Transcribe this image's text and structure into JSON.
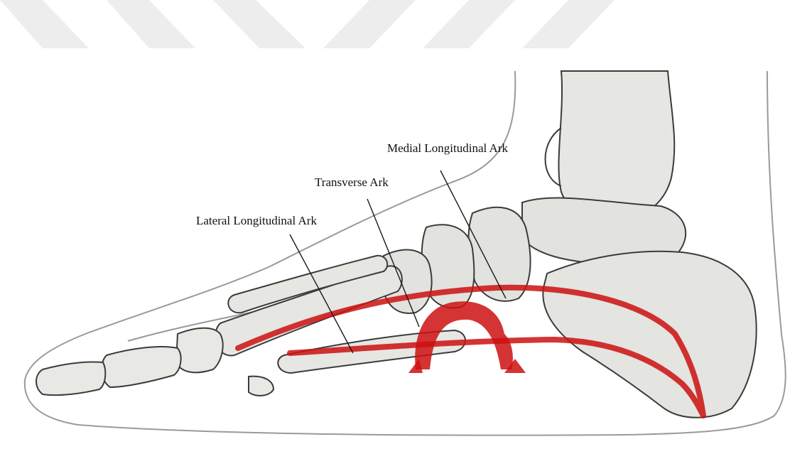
{
  "labels": {
    "medial": "Medial Longitudinal Ark",
    "transverse": "Transverse Ark",
    "lateral": "Lateral Longitudinal Ark"
  },
  "colors": {
    "watermark": "#ececec",
    "bone_fill": "#e6e6e2",
    "bone_stroke": "#3b3b3b",
    "skin_outline": "#9a9a9a",
    "arch_red": "#cc1111"
  }
}
